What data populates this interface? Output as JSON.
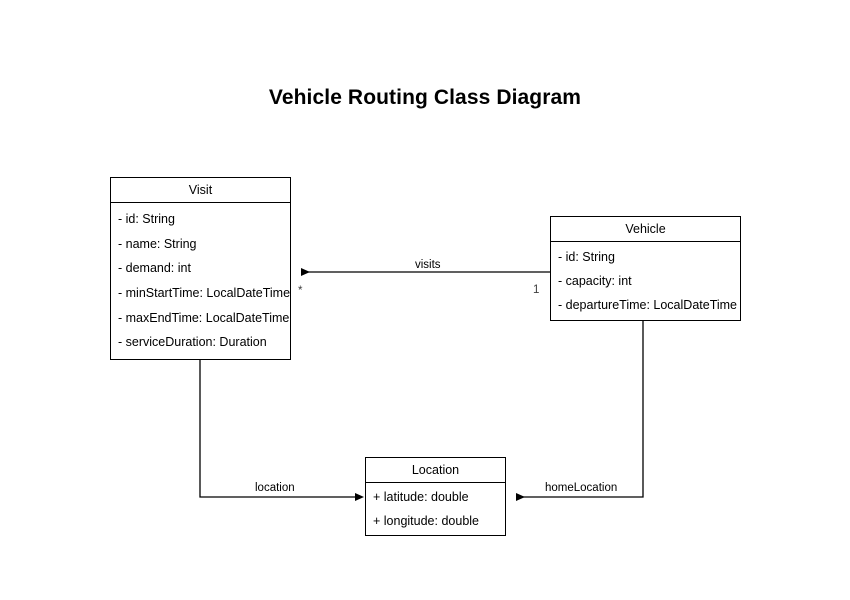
{
  "diagram": {
    "title": "Vehicle Routing Class Diagram",
    "background_color": "#ffffff",
    "line_color": "#000000",
    "type": "uml-class-diagram",
    "classes": [
      {
        "id": "visit",
        "name": "Visit",
        "attributes": [
          "- id: String",
          "- name: String",
          "- demand: int",
          "- minStartTime: LocalDateTime",
          "- maxEndTime: LocalDateTime",
          "- serviceDuration: Duration"
        ]
      },
      {
        "id": "vehicle",
        "name": "Vehicle",
        "attributes": [
          "- id: String",
          "- capacity: int",
          "- departureTime: LocalDateTime"
        ]
      },
      {
        "id": "location",
        "name": "Location",
        "attributes": [
          "+ latitude: double",
          "+ longitude: double"
        ]
      }
    ],
    "relationships": [
      {
        "id": "visits",
        "label": "visits",
        "from": "Vehicle",
        "to": "Visit",
        "source_multiplicity": "1",
        "target_multiplicity": "*"
      },
      {
        "id": "location",
        "label": "location",
        "from": "Visit",
        "to": "Location",
        "source_multiplicity": "",
        "target_multiplicity": ""
      },
      {
        "id": "homeLocation",
        "label": "homeLocation",
        "from": "Vehicle",
        "to": "Location",
        "source_multiplicity": "",
        "target_multiplicity": ""
      }
    ]
  }
}
